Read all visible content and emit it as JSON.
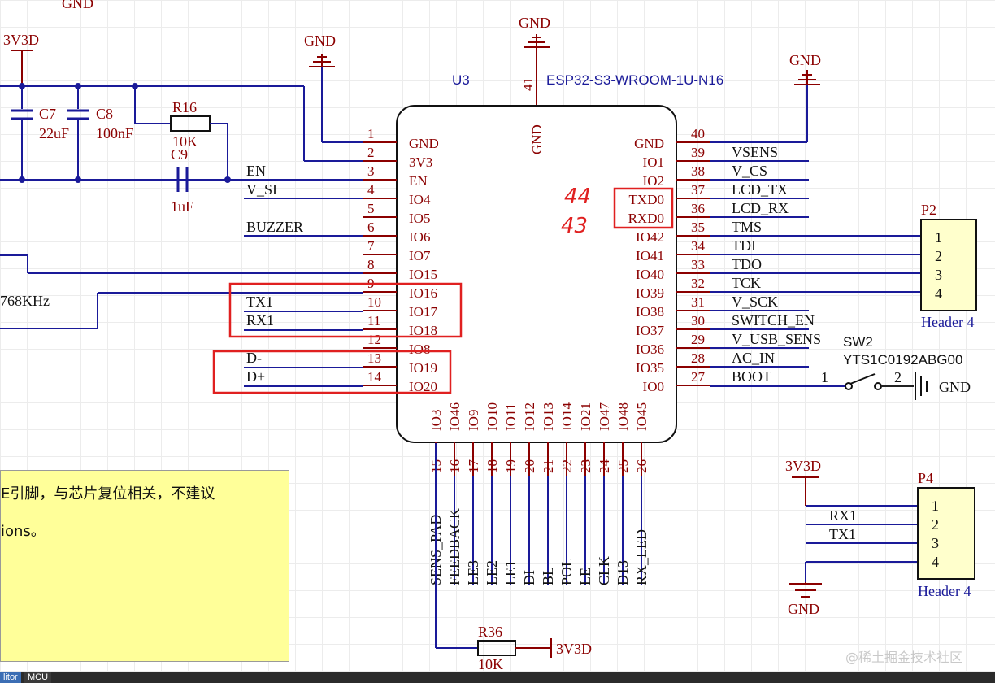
{
  "component": {
    "designator": "U3",
    "part": "ESP32-S3-WROOM-1U-N16",
    "top_pin_num": "41",
    "top_pin_name": "GND",
    "left_pins": [
      {
        "num": "1",
        "name": "GND",
        "net": ""
      },
      {
        "num": "2",
        "name": "3V3",
        "net": ""
      },
      {
        "num": "3",
        "name": "EN",
        "net": "EN"
      },
      {
        "num": "4",
        "name": "IO4",
        "net": "V_SI"
      },
      {
        "num": "5",
        "name": "IO5",
        "net": ""
      },
      {
        "num": "6",
        "name": "IO6",
        "net": "BUZZER"
      },
      {
        "num": "7",
        "name": "IO7",
        "net": ""
      },
      {
        "num": "8",
        "name": "IO15",
        "net": ""
      },
      {
        "num": "9",
        "name": "IO16",
        "net": ""
      },
      {
        "num": "10",
        "name": "IO17",
        "net": "TX1"
      },
      {
        "num": "11",
        "name": "IO18",
        "net": "RX1"
      },
      {
        "num": "12",
        "name": "IO8",
        "net": ""
      },
      {
        "num": "13",
        "name": "IO19",
        "net": "D-"
      },
      {
        "num": "14",
        "name": "IO20",
        "net": "D+"
      }
    ],
    "right_pins": [
      {
        "num": "40",
        "name": "GND",
        "net": ""
      },
      {
        "num": "39",
        "name": "IO1",
        "net": "VSENS"
      },
      {
        "num": "38",
        "name": "IO2",
        "net": "V_CS"
      },
      {
        "num": "37",
        "name": "TXD0",
        "net": "LCD_TX"
      },
      {
        "num": "36",
        "name": "RXD0",
        "net": "LCD_RX"
      },
      {
        "num": "35",
        "name": "IO42",
        "net": "TMS"
      },
      {
        "num": "34",
        "name": "IO41",
        "net": "TDI"
      },
      {
        "num": "33",
        "name": "IO40",
        "net": "TDO"
      },
      {
        "num": "32",
        "name": "IO39",
        "net": "TCK"
      },
      {
        "num": "31",
        "name": "IO38",
        "net": "V_SCK"
      },
      {
        "num": "30",
        "name": "IO37",
        "net": "SWITCH_EN"
      },
      {
        "num": "29",
        "name": "IO36",
        "net": "V_USB_SENS"
      },
      {
        "num": "28",
        "name": "IO35",
        "net": "AC_IN"
      },
      {
        "num": "27",
        "name": "IO0",
        "net": "BOOT"
      }
    ],
    "bottom_pins": [
      {
        "num": "15",
        "name": "IO3",
        "net": "SENS_PAD"
      },
      {
        "num": "16",
        "name": "IO46",
        "net": "FEEDBACK"
      },
      {
        "num": "17",
        "name": "IO9",
        "net": "LE3"
      },
      {
        "num": "18",
        "name": "IO10",
        "net": "LE2"
      },
      {
        "num": "19",
        "name": "IO11",
        "net": "LE1"
      },
      {
        "num": "20",
        "name": "IO12",
        "net": "DI"
      },
      {
        "num": "21",
        "name": "IO13",
        "net": "BL"
      },
      {
        "num": "22",
        "name": "IO14",
        "net": "POL"
      },
      {
        "num": "23",
        "name": "IO21",
        "net": "LE"
      },
      {
        "num": "24",
        "name": "IO47",
        "net": "CLK"
      },
      {
        "num": "25",
        "name": "IO48",
        "net": "D13"
      },
      {
        "num": "26",
        "name": "IO45",
        "net": "RX_LED"
      }
    ]
  },
  "power": {
    "gnd": "GND",
    "vcc": "3V3D"
  },
  "passives": {
    "c7": {
      "ref": "C7",
      "value": "22uF"
    },
    "c8": {
      "ref": "C8",
      "value": "100nF"
    },
    "r16": {
      "ref": "R16",
      "value": "10K"
    },
    "c9": {
      "ref": "C9",
      "value": "1uF"
    },
    "r36": {
      "ref": "R36",
      "value": "10K"
    }
  },
  "crystal_label": "768KHz",
  "p2": {
    "ref": "P2",
    "name": "Header 4",
    "pins": [
      "1",
      "2",
      "3",
      "4"
    ]
  },
  "p4": {
    "ref": "P4",
    "name": "Header 4",
    "pins": [
      "1",
      "2",
      "3",
      "4"
    ],
    "nets": [
      "RX1",
      "TX1"
    ]
  },
  "sw2": {
    "ref": "SW2",
    "part": "YTS1C0192ABG00",
    "pin1": "1",
    "pin2": "2"
  },
  "annotations": {
    "a44": "44",
    "a43": "43"
  },
  "note": {
    "line1": "E引脚，与芯片复位相关，不建议",
    "line2": "ions。"
  },
  "statusbar": {
    "tab1": "litor",
    "tab2": "MCU"
  },
  "watermark": "@稀土掘金技术社区",
  "colors": {
    "pin_text": "#8b0000",
    "wire": "#1a1a99",
    "highlight": "#e02020",
    "note_bg": "#ffff99"
  }
}
